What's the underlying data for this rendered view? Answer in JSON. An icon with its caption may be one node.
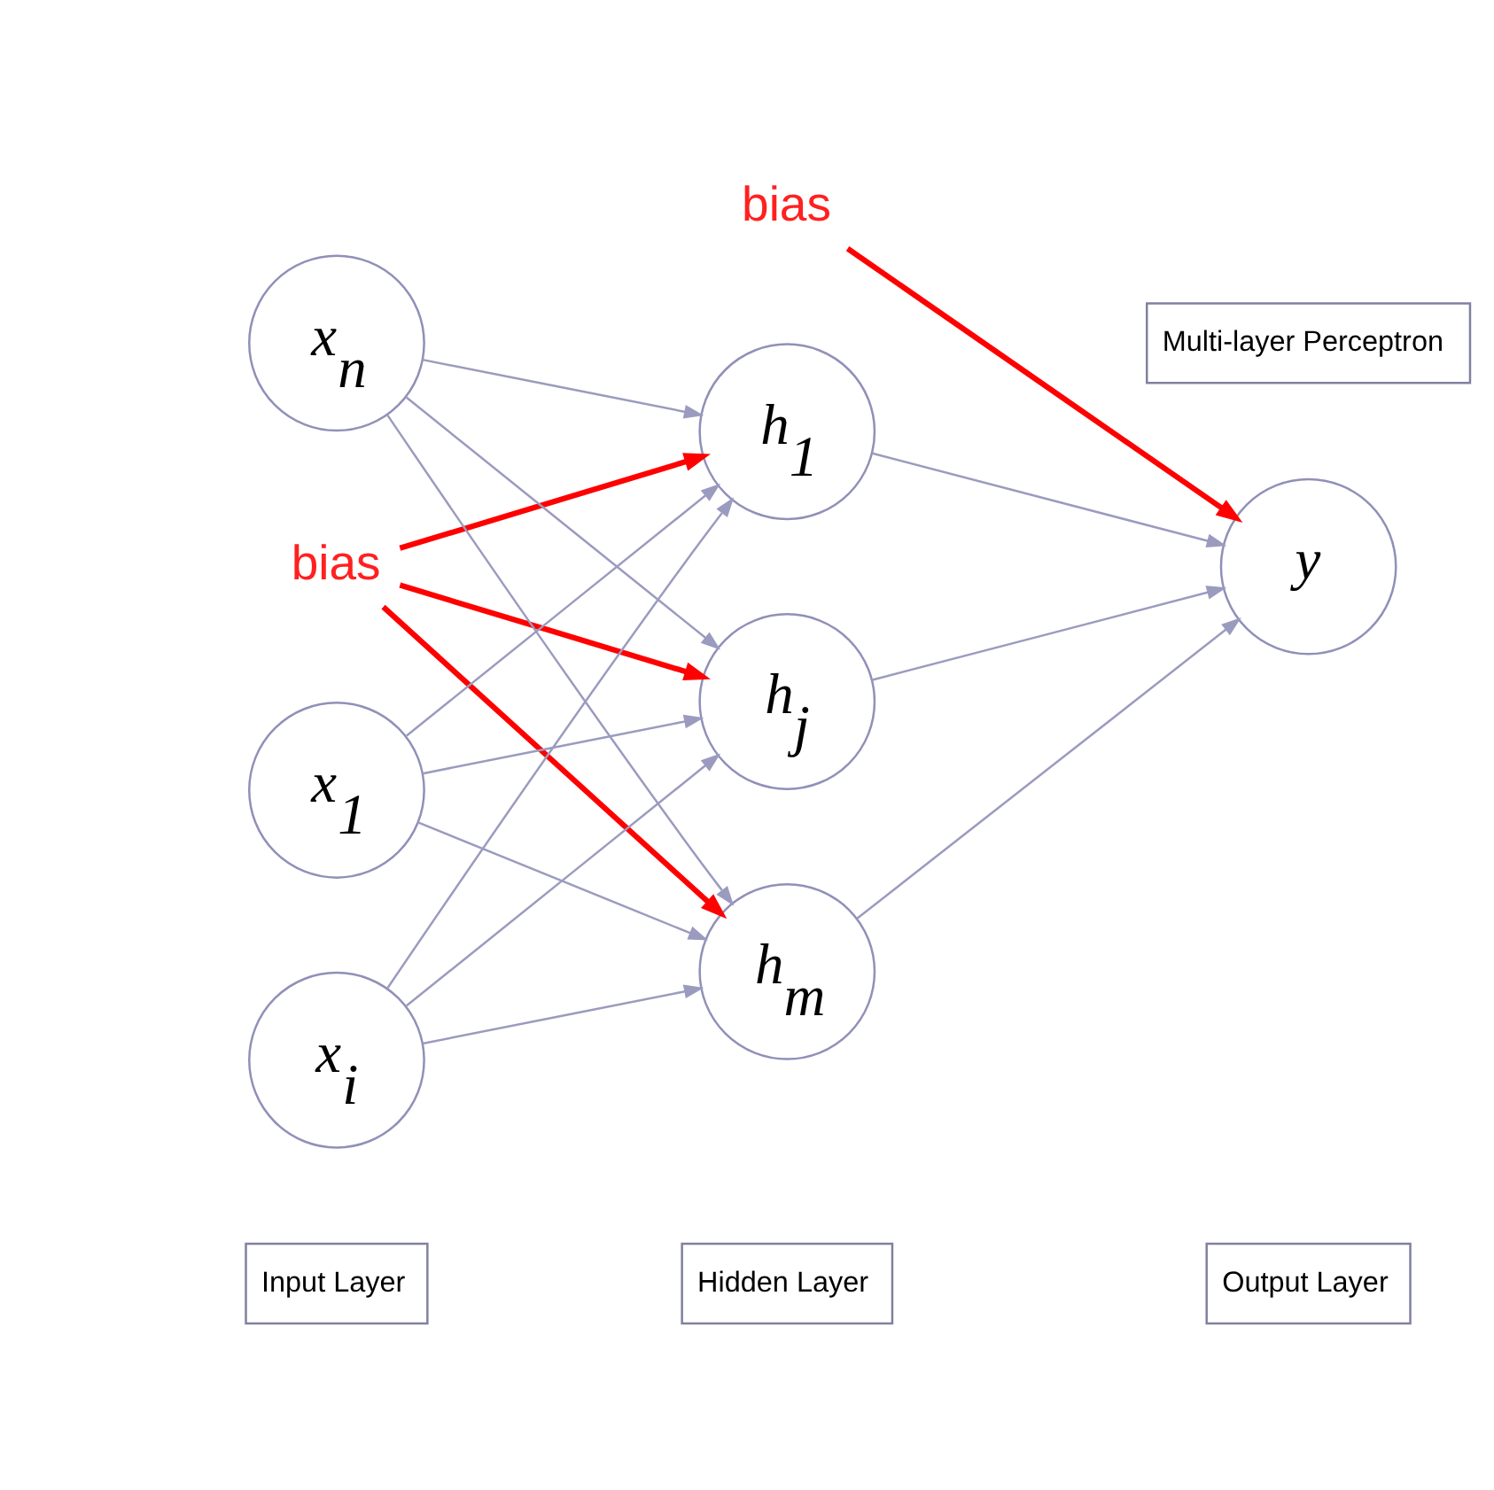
{
  "diagram": {
    "nodes": [
      {
        "text": [
          "bias"
        ]
      },
      {
        "text": [
          "Multi-layer Perceptron"
        ]
      },
      {
        "text": [
          "x$_{1}$"
        ]
      },
      {
        "text": [
          "h$_{1}$"
        ]
      },
      {
        "text": [
          "bias"
        ]
      },
      {
        "text": [
          "x$_{i}$"
        ]
      },
      {
        "text": [
          "h$_{j}$"
        ]
      },
      {
        "text": [
          "y"
        ]
      },
      {
        "text": [
          "x$_{n}$"
        ]
      },
      {
        "text": [
          "h$_{m}$"
        ]
      },
      {
        "text": [
          "Input Layer"
        ]
      },
      {
        "text": [
          "Hidden Layer"
        ]
      },
      {
        "text": [
          "Output Layer"
        ]
      }
    ],
    "edges": [
      {
        "from": 2,
        "to": 3,
        "arrow": "to"
      },
      {
        "from": 2,
        "to": 6,
        "arrow": "to"
      },
      {
        "from": 2,
        "to": 9,
        "arrow": "to"
      },
      {
        "from": 5,
        "to": 3,
        "arrow": "to"
      },
      {
        "from": 5,
        "to": 6,
        "arrow": "to"
      },
      {
        "from": 5,
        "to": 9,
        "arrow": "to"
      },
      {
        "from": 8,
        "to": 3,
        "arrow": "to"
      },
      {
        "from": 8,
        "to": 6,
        "arrow": "to"
      },
      {
        "from": 8,
        "to": 9,
        "arrow": "to"
      },
      {
        "from": 3,
        "to": 7,
        "arrow": "to"
      },
      {
        "from": 6,
        "to": 7,
        "arrow": "to"
      },
      {
        "from": 9,
        "to": 7,
        "arrow": "to"
      },
      {
        "from": 0,
        "to": 3,
        "arrow": "to",
        "style": "thick",
        "color": "#ff0000"
      },
      {
        "from": 0,
        "to": 6,
        "arrow": "to",
        "style": "thick",
        "color": "#ff0000"
      },
      {
        "from": 0,
        "to": 9,
        "arrow": "to",
        "style": "thick",
        "color": "#ff0000"
      },
      {
        "from": 4,
        "to": 7,
        "arrow": "to",
        "style": "thick",
        "color": "#ff0000"
      }
    ]
  }
}
